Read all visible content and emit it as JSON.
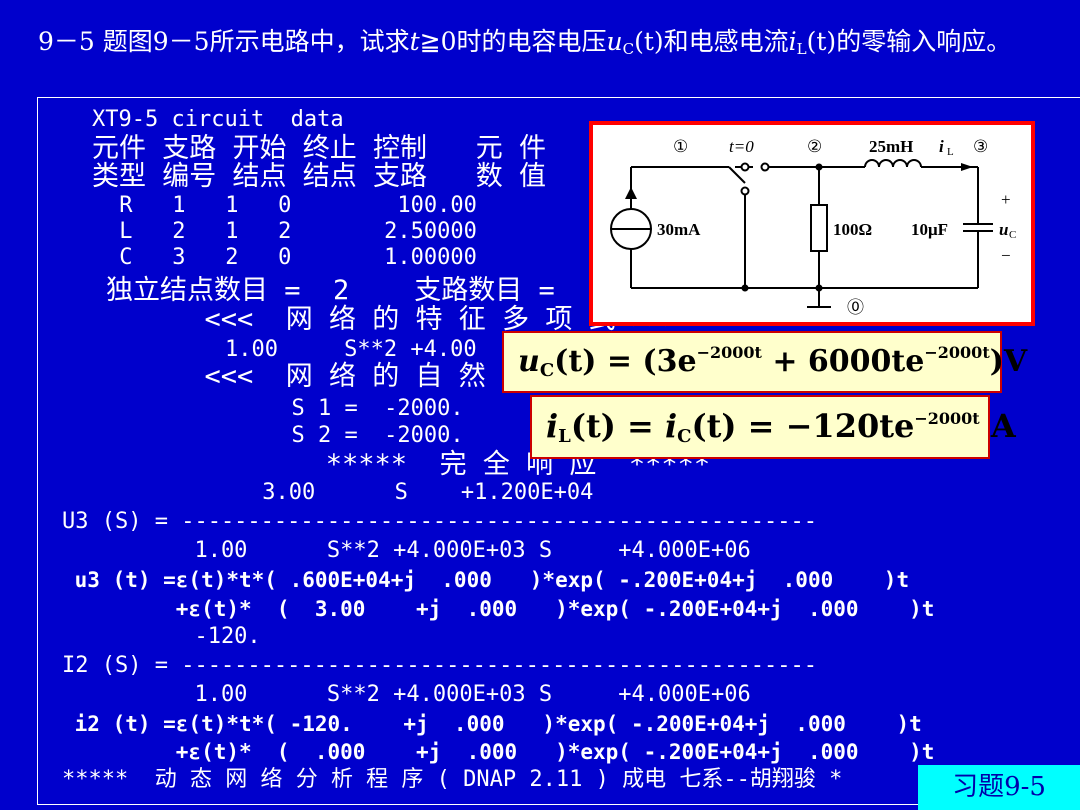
{
  "problem": {
    "part1": "9－5 题图9－5所示电路中，试求",
    "t_var": "t",
    "part2": "≧0时的电容电压",
    "u_sym": "u",
    "u_sub": "C",
    "u_arg": "(t)",
    "part3": "和电感电流",
    "i_sym": "i",
    "i_sub": "L",
    "i_arg": "(t)",
    "part4": "的零输入响应。"
  },
  "output_lines": [
    "XT9-5 circuit  data",
    "元件 支路 开始 终止 控制   元 件",
    "类型 编号 结点 结点 支路   数 值",
    " R   1   1   0        100.00",
    " L   2   1   2       2.50000",
    " C   3   2   0       1.00000",
    "独立结点数目 =  2    支路数目 =",
    "  <<<  网 络 的 特 征 多 项 式 >>>",
    "    1.00     S**2 +4.00",
    "  <<<  网 络 的 自 然",
    "      S 1 =  -2000.",
    "      S 2 =  -2000.",
    "       *****  完 全 响 应  *****",
    "     3.00      S    +1.200E+04",
    "U3 (S) = ------------------------------------------------",
    "          1.00      S**2 +4.000E+03 S     +4.000E+06",
    " u3 (t) =ε(t)*t*( .600E+04+j  .000   )*exp( -.200E+04+j  .000    )t",
    "         +ε(t)*  (  3.00    +j  .000   )*exp( -.200E+04+j  .000    )t",
    "          -120.",
    "I2 (S) = ------------------------------------------------",
    "          1.00      S**2 +4.000E+03 S     +4.000E+06",
    " i2 (t) =ε(t)*t*( -120.    +j  .000   )*exp( -.200E+04+j  .000    )t",
    "         +ε(t)*  (  .000    +j  .000   )*exp( -.200E+04+j  .000    )t",
    "*****  动 态 网 络 分 析 程 序 ( DNAP 2.11 ) 成电 七系--胡翔骏 *"
  ],
  "circuit": {
    "node1": "①",
    "node2": "②",
    "node3": "③",
    "node0": "⓪",
    "switch_label": "t=0",
    "inductor_label": "25mH",
    "current_label": "i",
    "current_sub": "L",
    "source_label": "30mA",
    "resistor_label": "100Ω",
    "capacitor_label": "10μF",
    "plus": "+",
    "minus": "−",
    "voltage_label": "u",
    "voltage_sub": "C"
  },
  "formula1": {
    "lhs_sym": "u",
    "lhs_sub": "C",
    "lhs_arg": "(t) = (3e",
    "exp1": "−2000t",
    "mid": " + 6000te",
    "exp2": "−2000t",
    "tail": ")V"
  },
  "formula2": {
    "lhs_sym": "i",
    "lhs_sub": "L",
    "mid1": "(t) = ",
    "rhs_sym": "i",
    "rhs_sub": "C",
    "mid2": "(t) = −120te",
    "exp": "−2000t",
    "tail": " A"
  },
  "badge": "习题9-5",
  "colors": {
    "background": "#0000cc",
    "text": "#ffffff",
    "formula_bg": "#ffffcc",
    "formula_border": "#cc0000",
    "circuit_border": "#ff0000",
    "badge_bg": "#00ffff"
  }
}
